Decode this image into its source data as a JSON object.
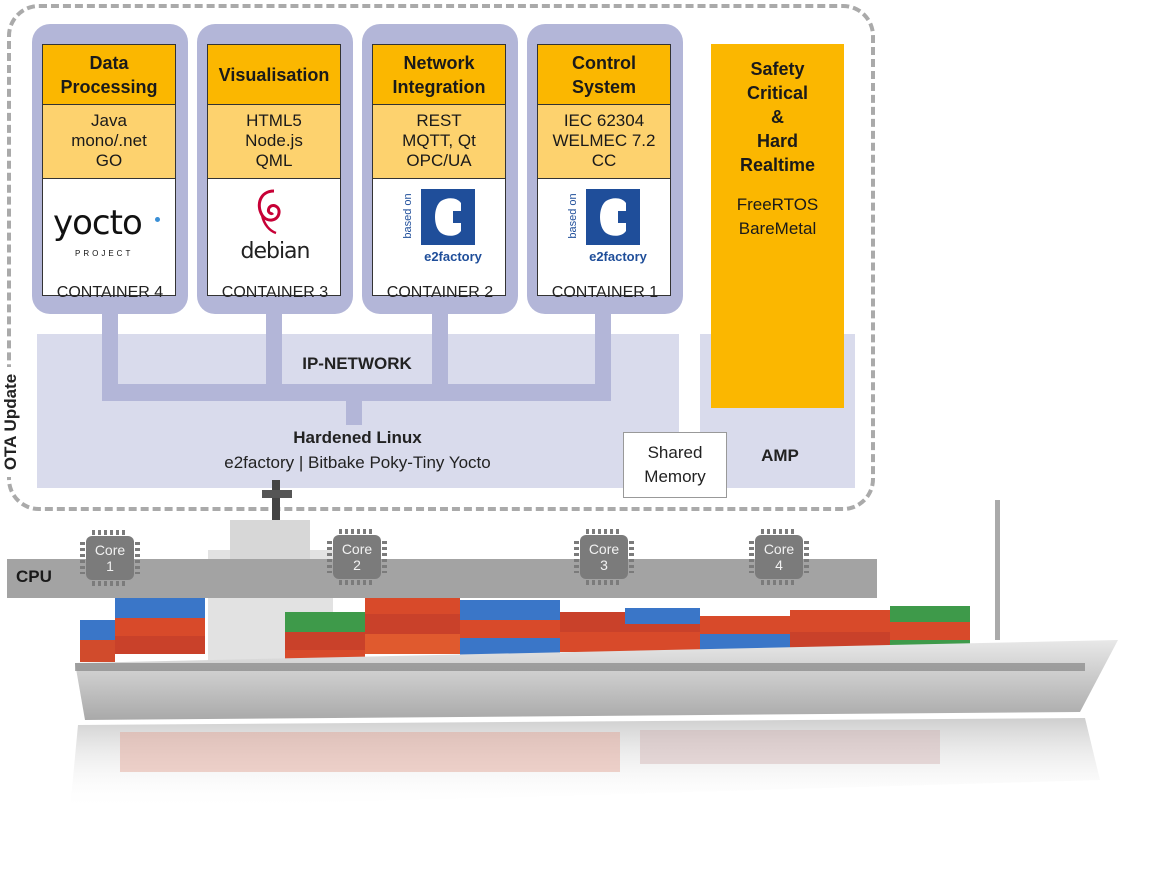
{
  "containers": [
    {
      "title": "Data Processing",
      "tech": [
        "Java",
        "mono/.net",
        "GO"
      ],
      "label": "CONTAINER 4",
      "logo": "yocto",
      "logo_text": "yocto",
      "logo_sub": "PROJECT"
    },
    {
      "title": "Visualisation",
      "tech": [
        "HTML5",
        "Node.js",
        "QML"
      ],
      "label": "CONTAINER 3",
      "logo": "debian",
      "logo_text": "debian"
    },
    {
      "title": "Network Integration",
      "tech": [
        "REST",
        "MQTT, Qt",
        "OPC/UA"
      ],
      "label": "CONTAINER 2",
      "logo": "e2factory",
      "logo_text": "e2factory",
      "logo_side": "based on"
    },
    {
      "title": "Control System",
      "tech": [
        "IEC 62304",
        "WELMEC 7.2",
        "CC"
      ],
      "label": "CONTAINER 1",
      "logo": "e2factory",
      "logo_text": "e2factory",
      "logo_side": "based on"
    }
  ],
  "safety": {
    "title": "Safety Critical & Hard Realtime",
    "title_lines": [
      "Safety",
      "Critical",
      "&",
      "Hard",
      "Realtime"
    ],
    "os": [
      "FreeRTOS",
      "BareMetal"
    ]
  },
  "network": {
    "label": "IP-NETWORK"
  },
  "linux": {
    "title": "Hardened Linux",
    "subtitle": "e2factory | Bitbake Poky-Tiny Yocto"
  },
  "shared_memory": {
    "lines": [
      "Shared",
      "Memory"
    ]
  },
  "amp": {
    "label": "AMP"
  },
  "ota": {
    "label": "OTA Update"
  },
  "cpu": {
    "label": "CPU",
    "cores": [
      {
        "name": "Core",
        "num": "1"
      },
      {
        "name": "Core",
        "num": "2"
      },
      {
        "name": "Core",
        "num": "3"
      },
      {
        "name": "Core",
        "num": "4"
      }
    ]
  },
  "colors": {
    "accent": "#fbb700",
    "accent_light": "#fdd26e",
    "container": "#b3b6d8",
    "network_bg": "#d9dbec",
    "cpu_bar": "#a3a3a3",
    "chip": "#7b7b7b",
    "e2_blue": "#1f4e9a",
    "debian_red": "#c70036"
  },
  "icons": [
    "yocto-logo",
    "debian-swirl-icon",
    "e2factory-logo",
    "cpu-chip-icon",
    "container-ship-image"
  ]
}
